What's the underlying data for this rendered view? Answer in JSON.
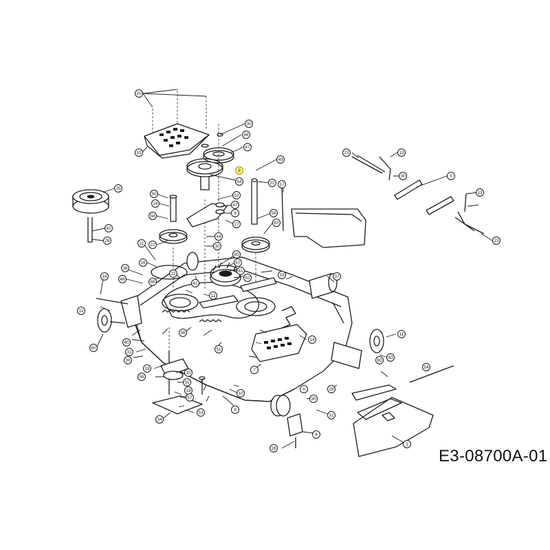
{
  "drawing_code": "E3-08700A-01",
  "highlight_color": "#fff27a",
  "callouts": [
    {
      "id": "c20a",
      "label": "20"
    },
    {
      "id": "c30a",
      "label": "30"
    },
    {
      "id": "c46",
      "label": "46"
    },
    {
      "id": "c47",
      "label": "47"
    },
    {
      "id": "c9",
      "label": "9"
    },
    {
      "id": "c15a",
      "label": "15"
    },
    {
      "id": "c64",
      "label": "64"
    },
    {
      "id": "c49",
      "label": "49"
    },
    {
      "id": "c22a",
      "label": "22"
    },
    {
      "id": "c52",
      "label": "52"
    },
    {
      "id": "c47b",
      "label": "47"
    },
    {
      "id": "c8a",
      "label": "8"
    },
    {
      "id": "c27",
      "label": "27"
    },
    {
      "id": "c50",
      "label": "50"
    },
    {
      "id": "c24",
      "label": "24"
    },
    {
      "id": "c58a",
      "label": "58"
    },
    {
      "id": "c22b",
      "label": "22"
    },
    {
      "id": "c44a",
      "label": "44"
    },
    {
      "id": "c58b",
      "label": "58"
    },
    {
      "id": "c63",
      "label": "63"
    },
    {
      "id": "c17",
      "label": "17"
    },
    {
      "id": "c35",
      "label": "35"
    },
    {
      "id": "c42",
      "label": "42"
    },
    {
      "id": "c26a",
      "label": "26"
    },
    {
      "id": "c21",
      "label": "21"
    },
    {
      "id": "c16",
      "label": "16"
    },
    {
      "id": "c66",
      "label": "66"
    },
    {
      "id": "c22c",
      "label": "22"
    },
    {
      "id": "c30b",
      "label": "30"
    },
    {
      "id": "c67",
      "label": "67"
    },
    {
      "id": "c61",
      "label": "61"
    },
    {
      "id": "c65",
      "label": "65"
    },
    {
      "id": "c38",
      "label": "38"
    },
    {
      "id": "c48",
      "label": "48"
    },
    {
      "id": "c18",
      "label": "18"
    },
    {
      "id": "c41",
      "label": "41"
    },
    {
      "id": "c12",
      "label": "12"
    },
    {
      "id": "c62",
      "label": "62"
    },
    {
      "id": "c33",
      "label": "33"
    },
    {
      "id": "c37",
      "label": "37"
    },
    {
      "id": "c11a",
      "label": "11"
    },
    {
      "id": "c60a",
      "label": "60"
    },
    {
      "id": "c40",
      "label": "40"
    },
    {
      "id": "c32",
      "label": "32"
    },
    {
      "id": "c39",
      "label": "39"
    },
    {
      "id": "c19a",
      "label": "19"
    },
    {
      "id": "c10a",
      "label": "10"
    },
    {
      "id": "c56",
      "label": "56"
    },
    {
      "id": "c55",
      "label": "55"
    },
    {
      "id": "c19b",
      "label": "19"
    },
    {
      "id": "c57",
      "label": "57"
    },
    {
      "id": "c34",
      "label": "34"
    },
    {
      "id": "c53",
      "label": "53"
    },
    {
      "id": "c36",
      "label": "36"
    },
    {
      "id": "c51",
      "label": "51"
    },
    {
      "id": "c7",
      "label": "7"
    },
    {
      "id": "c14",
      "label": "14"
    },
    {
      "id": "c23a",
      "label": "23"
    },
    {
      "id": "c13a",
      "label": "13"
    },
    {
      "id": "c30c",
      "label": "30"
    },
    {
      "id": "c5",
      "label": "5"
    },
    {
      "id": "c13b",
      "label": "13"
    },
    {
      "id": "c23b",
      "label": "23"
    },
    {
      "id": "c11b",
      "label": "11"
    },
    {
      "id": "c60b",
      "label": "60"
    },
    {
      "id": "c43",
      "label": "43"
    },
    {
      "id": "c54",
      "label": "54"
    },
    {
      "id": "c28",
      "label": "28"
    },
    {
      "id": "c30d",
      "label": "30"
    },
    {
      "id": "c31",
      "label": "31"
    },
    {
      "id": "c4",
      "label": "4"
    },
    {
      "id": "c26b",
      "label": "26"
    },
    {
      "id": "c1",
      "label": "1"
    },
    {
      "id": "c6",
      "label": "6"
    },
    {
      "id": "c10b",
      "label": "10"
    },
    {
      "id": "c8b",
      "label": "8"
    }
  ]
}
